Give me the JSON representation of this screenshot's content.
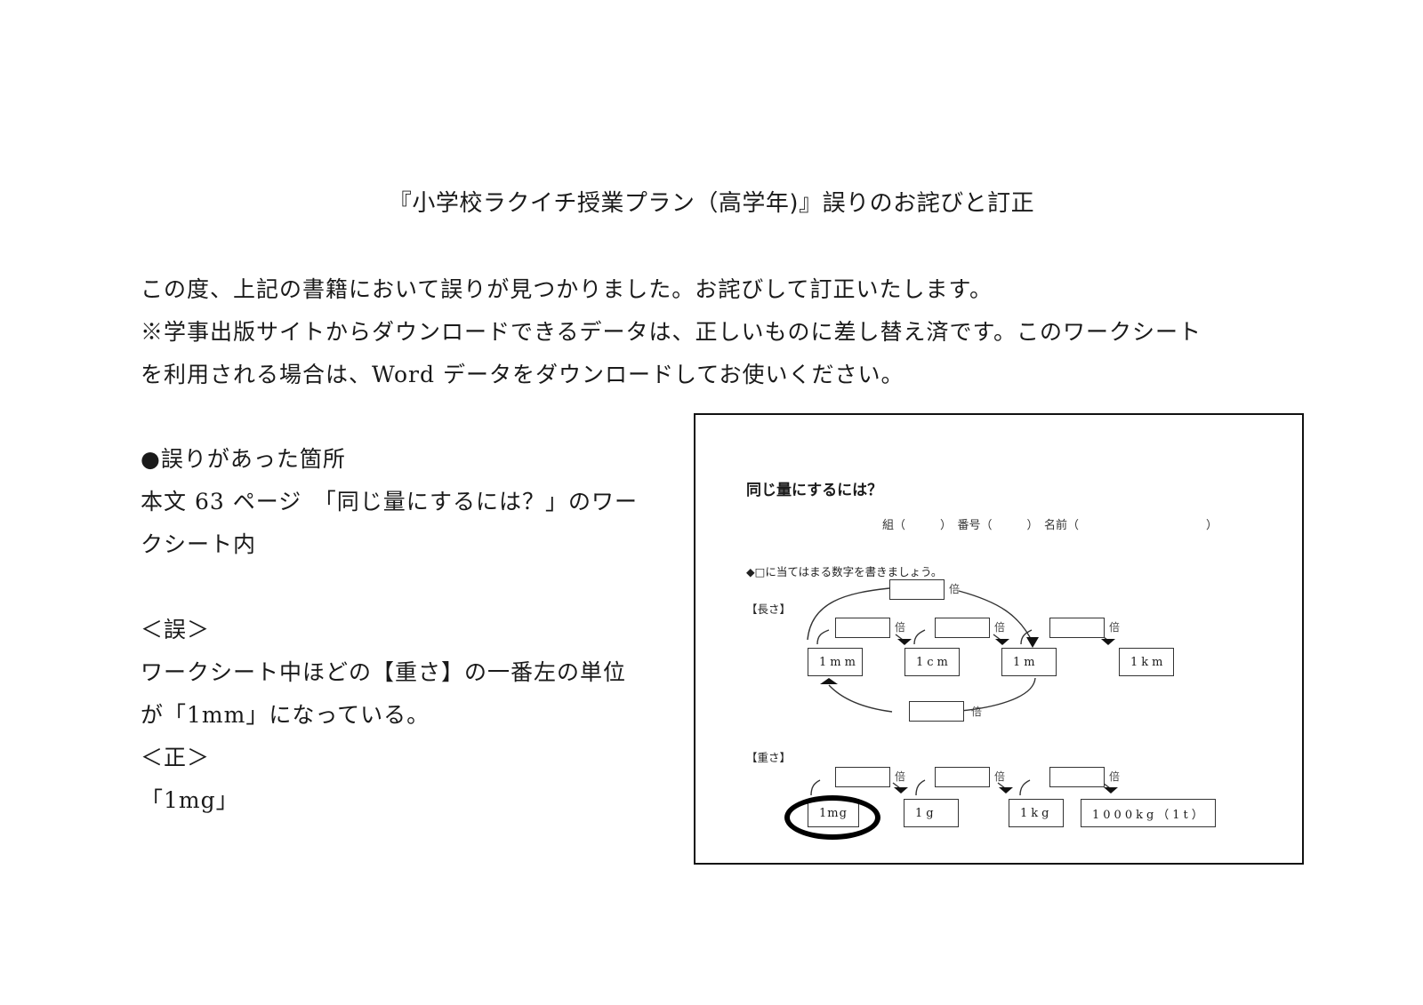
{
  "document": {
    "title": "『小学校ラクイチ授業プラン（高学年)』誤りのお詫びと訂正",
    "intro_lines": [
      "この度、上記の書籍において誤りが見つかりました。お詫びして訂正いたします。",
      "※学事出版サイトからダウンロードできるデータは、正しいものに差し替え済です。このワークシート",
      "を利用される場合は、Word データをダウンロードしてお使いください。"
    ],
    "location_heading": "●誤りがあった箇所",
    "location_lines": [
      "本文 63 ページ　「同じ量にするには？」のワー",
      "クシート内"
    ],
    "error_label": "＜誤＞",
    "error_lines": [
      "ワークシート中ほどの【重さ】の一番左の単位",
      "が「1mm」になっている。"
    ],
    "correct_label": "＜正＞",
    "correct_value": "「1mg」"
  },
  "worksheet": {
    "title": "同じ量にするには？",
    "name_fields": "組（　　　）　番号（　　　）　名前（　　　　　　　　　　　）",
    "instruction": "◆□に当てはまる数字を書きましょう。",
    "multiplier_label": "倍",
    "length": {
      "label": "【長さ】",
      "units": [
        "1mm",
        "1cm",
        "1m",
        "1km"
      ]
    },
    "weight": {
      "label": "【重さ】",
      "units": [
        "1mg",
        "1g",
        "1kg",
        "1000kg（1t）"
      ],
      "highlighted_unit": "1mg"
    }
  }
}
